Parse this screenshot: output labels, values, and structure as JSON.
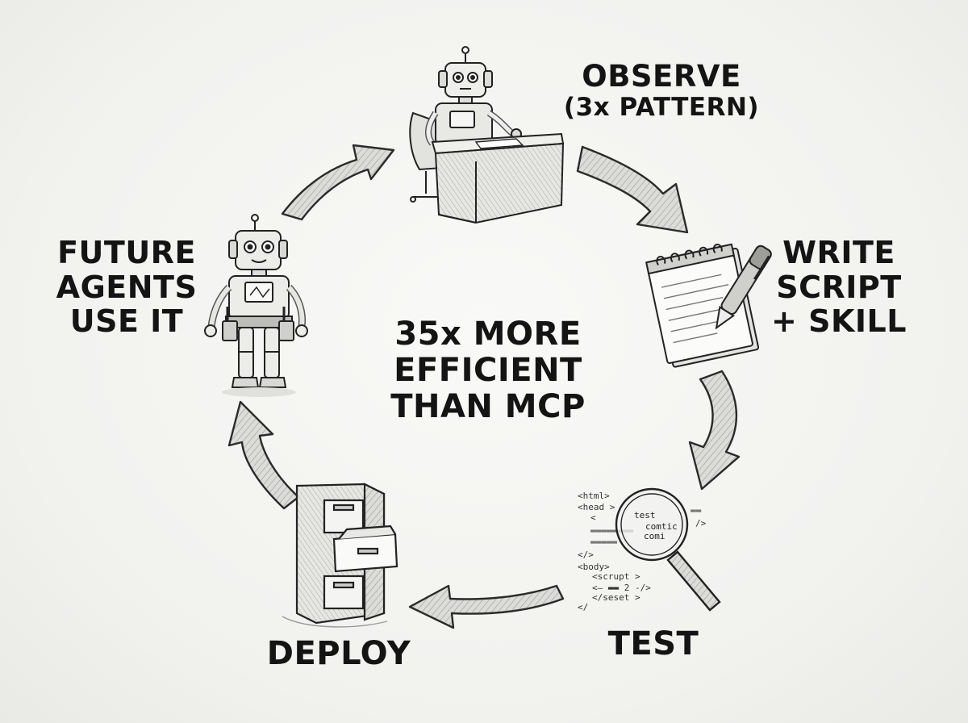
{
  "steps": {
    "observe": {
      "title": "OBSERVE",
      "subtitle": "(3x PATTERN)",
      "icon": "robot-at-desk"
    },
    "write": {
      "line1": "WRITE",
      "line2": "SCRIPT",
      "line3": "+ SKILL",
      "icon": "notepad-and-pen"
    },
    "test": {
      "title": "TEST",
      "icon": "magnifier-over-code"
    },
    "deploy": {
      "title": "DEPLOY",
      "icon": "filing-cabinet"
    },
    "future": {
      "line1": "FUTURE",
      "line2": "AGENTS",
      "line3": "USE IT",
      "icon": "robot-with-toolbelt"
    }
  },
  "center": {
    "line1": "35x MORE",
    "line2": "EFFICIENT",
    "line3": "THAN MCP"
  },
  "code_lines": [
    "<html>",
    "<head >",
    "<",
    "test",
    "comtic",
    "/>",
    "comi",
    "</>",
    "<body>",
    "<scrupt >",
    "<—",
    "2 -/>",
    "</seset >",
    "</"
  ],
  "colors": {
    "ink": "#1a1a1a",
    "paper": "#f4f4f2",
    "arrow_fill": "#d8d8d5"
  }
}
